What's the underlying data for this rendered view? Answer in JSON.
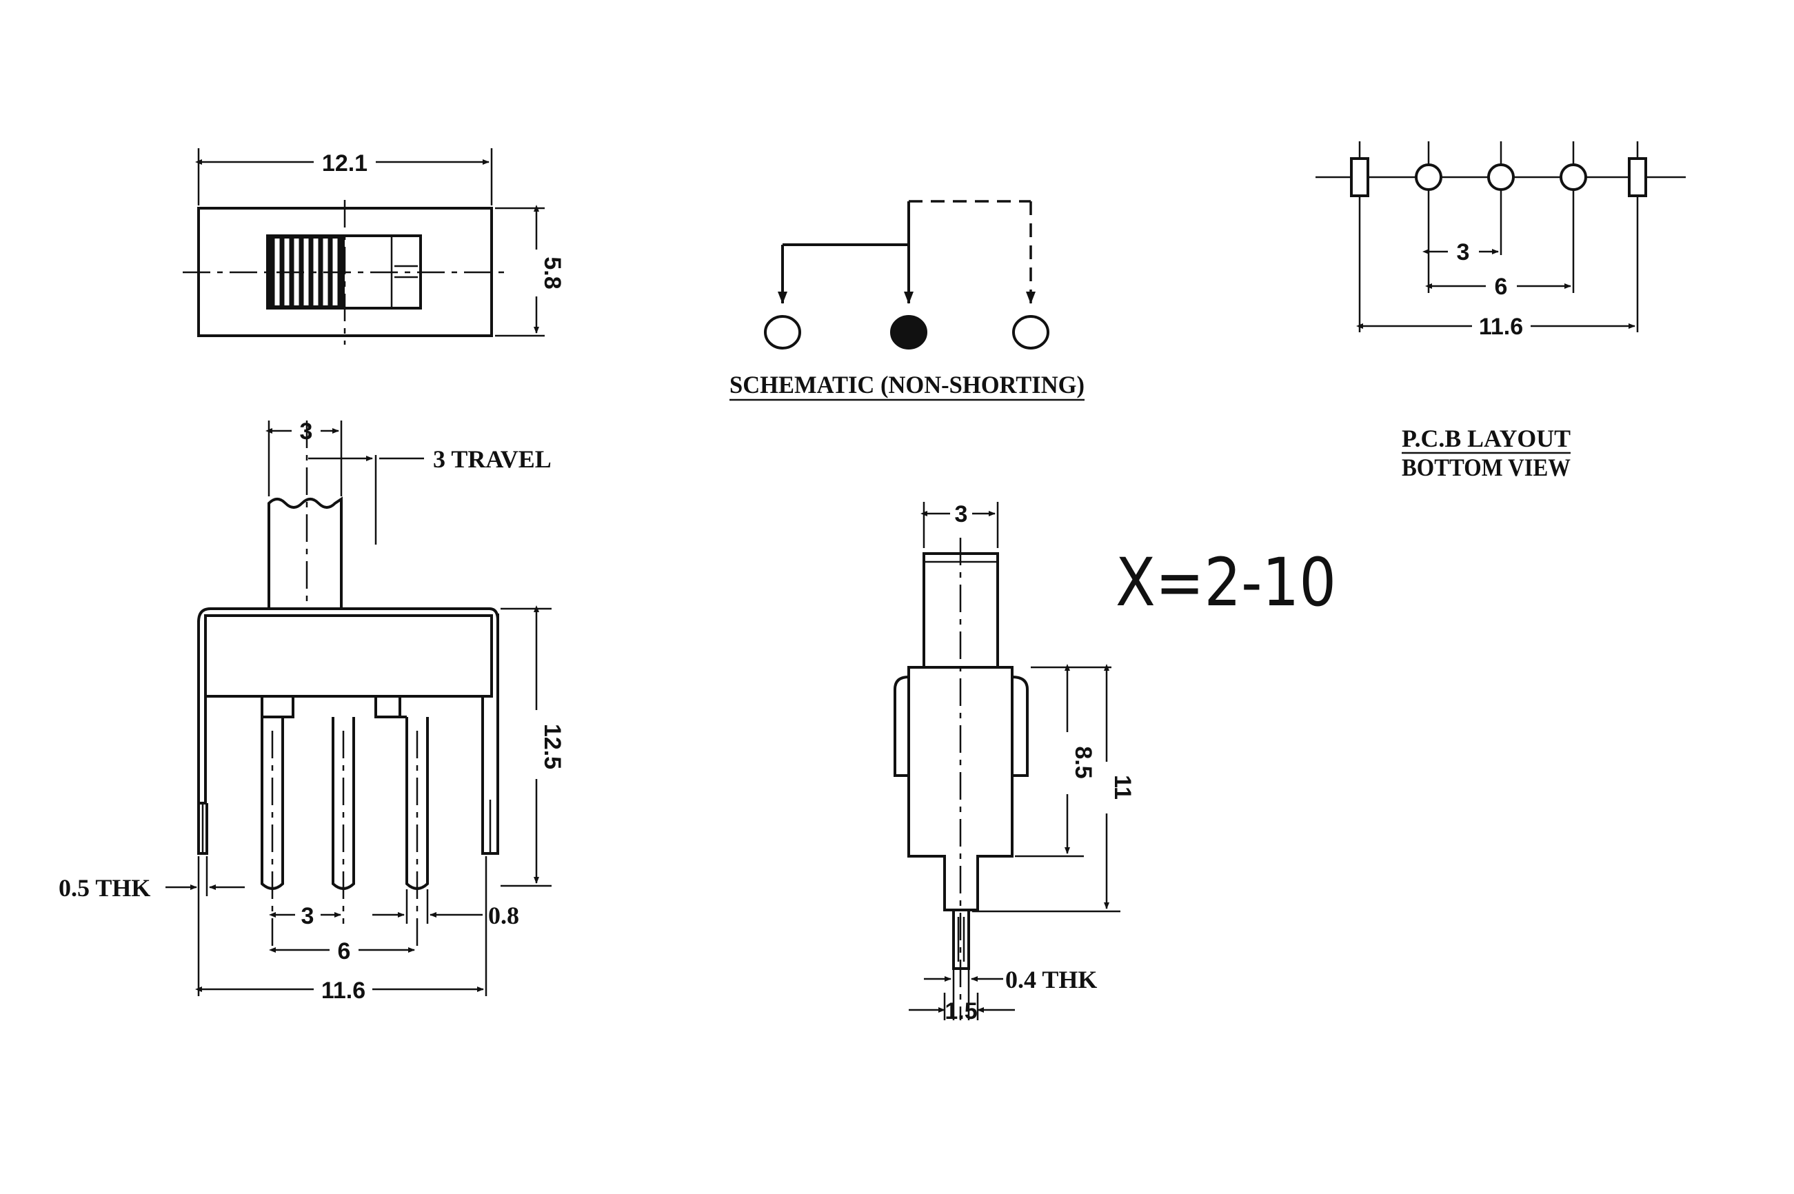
{
  "top_view": {
    "width": "12.1",
    "height": "5.8"
  },
  "schematic": {
    "caption": "SCHEMATIC (NON-SHORTING)"
  },
  "pcb_layout": {
    "pitch1": "3",
    "pitch2": "6",
    "span": "11.6",
    "caption_line1": "P.C.B LAYOUT",
    "caption_line2": "BOTTOM VIEW"
  },
  "front_view": {
    "actuator_width": "3",
    "travel": "3 TRAVEL",
    "height": "12.5",
    "thk": "0.5 THK",
    "pitch1": "3",
    "pin_width": "0.8",
    "pitch2": "6",
    "span": "11.6"
  },
  "side_view": {
    "actuator_width": "3",
    "body_height": "8.5",
    "total_height": "11",
    "thk": "0.4 THK",
    "pin_width": "1.5"
  },
  "variable_note": "X=2-10"
}
